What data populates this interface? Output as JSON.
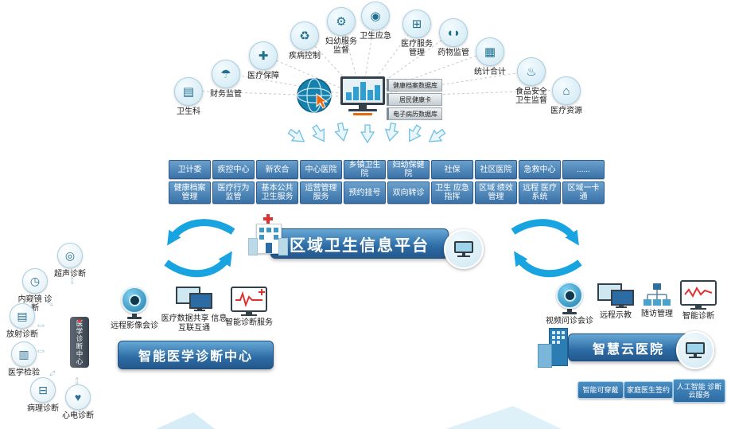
{
  "top_nodes": [
    {
      "label": "卫生科",
      "glyph": "▤"
    },
    {
      "label": "财务监管",
      "glyph": "☂"
    },
    {
      "label": "医疗保障",
      "glyph": "✚"
    },
    {
      "label": "疾病控制",
      "glyph": "♻"
    },
    {
      "label": "妇幼服务 监督",
      "glyph": "⚙"
    },
    {
      "label": "卫生应急",
      "glyph": "◉"
    },
    {
      "label": "医疗服务 管理",
      "glyph": "⊞"
    },
    {
      "label": "药物监管",
      "glyph": "◖◗"
    },
    {
      "label": "统计合计",
      "glyph": "▦"
    },
    {
      "label": "食品安全 卫生监督",
      "glyph": "♨"
    },
    {
      "label": "医疗资源",
      "glyph": "⌂"
    }
  ],
  "hub": {
    "databases": [
      "健康档案数据库",
      "居民健康卡",
      "电子病历数据库"
    ]
  },
  "org_row": [
    "卫计委",
    "疾控中心",
    "新农合",
    "中心医院",
    "乡镇卫生院",
    "妇幼保健院",
    "社保",
    "社区医院",
    "急救中心",
    "......"
  ],
  "service_row": [
    "健康档案 管理",
    "医疗行为 监管",
    "基本公共 卫生服务",
    "运营管理 服务",
    "预约挂号",
    "双向转诊",
    "卫生 应急指挥",
    "区域 绩效管理",
    "远程 医疗系统",
    "区域一卡通"
  ],
  "platform": {
    "title": "区域卫生信息平台"
  },
  "diagnosis": {
    "title": "智能医学诊断中心",
    "hub_label": "医学诊断中心",
    "nodes": [
      {
        "label": "超声诊断",
        "glyph": "◎"
      },
      {
        "label": "内窥镜 诊断",
        "glyph": "◷"
      },
      {
        "label": "放射诊断",
        "glyph": "▤"
      },
      {
        "label": "医学检验",
        "glyph": "▥"
      },
      {
        "label": "病理诊断",
        "glyph": "⊟"
      },
      {
        "label": "心电诊断",
        "glyph": "♥"
      }
    ],
    "services": [
      "远程影像会诊",
      "医疗数据共享 信息互联互通",
      "智能诊断服务"
    ]
  },
  "cloud": {
    "title": "智慧云医院",
    "services": [
      "视频问诊会诊",
      "远程示教",
      "随访管理",
      "智能诊断"
    ],
    "buttons": [
      "智能可穿戴",
      "家庭医生签约",
      "人工智能 诊断云服务"
    ]
  },
  "glyphs": {
    "double_arrow": "⇔"
  },
  "colors": {
    "accent_blue": "#2d6ba4",
    "cycle_arrow_blue": "#17a4e0",
    "button_blue": "#3a72a8",
    "alert_red": "#e03131",
    "cursor_orange": "#e8680f"
  }
}
